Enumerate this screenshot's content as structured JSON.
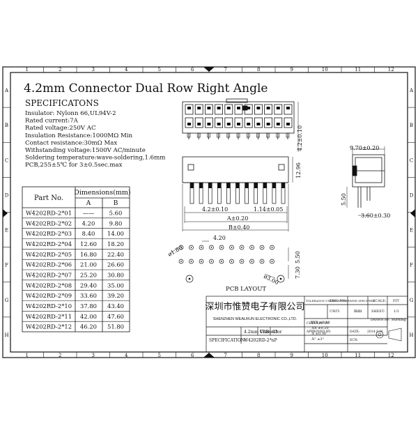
{
  "title": "4.2mm Connector Dual Row Right Angle",
  "frame": {
    "columns": [
      "1",
      "2",
      "3",
      "4",
      "5",
      "6",
      "7",
      "8",
      "9",
      "10",
      "11",
      "12"
    ],
    "rows": [
      "A",
      "B",
      "C",
      "D",
      "E",
      "F",
      "G",
      "H"
    ]
  },
  "specs": {
    "heading": "SPECIFICATONS",
    "lines": [
      "Insulator: Nylonn 66,UL94V-2",
      "Rated current:7A",
      "Rated voltage:250V AC",
      "Insulation Resistance:1000MΩ Min",
      "Contact resistance:30mΩ Max",
      "Withstanding voltage:1500V AC/minute",
      "Soldering temperature:wave-soldering,1.6mm",
      "PCB,255±5℃ for 3±0.5sec.max"
    ]
  },
  "parts_table": {
    "col_part": "Part No.",
    "col_dim": "Dimensions(mm)",
    "col_a": "A",
    "col_b": "B",
    "rows": [
      {
        "part": "W4202RD-2*01",
        "a": "——",
        "b": "5.60"
      },
      {
        "part": "W4202RD-2*02",
        "a": "4.20",
        "b": "9.80"
      },
      {
        "part": "W4202RD-2*03",
        "a": "8.40",
        "b": "14.00"
      },
      {
        "part": "W4202RD-2*04",
        "a": "12.60",
        "b": "18.20"
      },
      {
        "part": "W4202RD-2*05",
        "a": "16.80",
        "b": "22.40"
      },
      {
        "part": "W4202RD-2*06",
        "a": "21.00",
        "b": "26.60"
      },
      {
        "part": "W4202RD-2*07",
        "a": "25.20",
        "b": "30.80"
      },
      {
        "part": "W4202RD-2*08",
        "a": "29.40",
        "b": "35.00"
      },
      {
        "part": "W4202RD-2*09",
        "a": "33.60",
        "b": "39.20"
      },
      {
        "part": "W4202RD-2*10",
        "a": "37.80",
        "b": "43.40"
      },
      {
        "part": "W4202RD-2*11",
        "a": "42.00",
        "b": "47.60"
      },
      {
        "part": "W4202RD-2*12",
        "a": "46.20",
        "b": "51.80"
      }
    ]
  },
  "dims": {
    "height_top": "4.2±0.10",
    "height_total": "12.96",
    "pitch": "4.2±0.10",
    "pin": "1.14±0.05",
    "a": "A±0.20",
    "b": "B±0.40",
    "side_width": "9.70±0.20",
    "side_height": "5.50",
    "side_tail": "3.60±0.30",
    "pcb_hole": "ø1.80",
    "pcb_pitch": "4.20",
    "pcb_row": "5.50",
    "pcb_offset": "7.30",
    "pcb_peg": "ø3.00",
    "pcb_label": "PCB LAYOUT"
  },
  "title_block": {
    "company_cn": "深圳市惟赞电子有限公司",
    "company_en": "SHENZHEN WEALRUN ELECTRONIC CO.,LTD.",
    "tolerance_label": "TOLERANCE UNLESS OTHERWISE SPECIFIED",
    "tolerances": [
      "XXX ±0.10",
      ".XX ±0.20",
      ".X ±0.30",
      ".X° ±3°"
    ],
    "dwg_no_label": "DWG.NO:",
    "scale_label": "SCALE:",
    "scale_value": "FIT",
    "unit_label": "UNIT:",
    "unit_value": "mm",
    "sheet_label": "SHEET:",
    "sheet_value": "1/1",
    "checked_label": "CHECKED BY:",
    "drawn_label": "DRAWN BY:",
    "drawn_value": "Burning",
    "approved_label": "APPROVED BY:",
    "date_label": "DATE:",
    "date_value": "2014.3.31",
    "ecn_label": "ECN:",
    "desc_value": "4.2mm Connector",
    "ver_label": "VER:",
    "ver_value": "03",
    "spec_label": "SPECIFICATION:",
    "spec_value": "W4202RD-2*nP"
  }
}
